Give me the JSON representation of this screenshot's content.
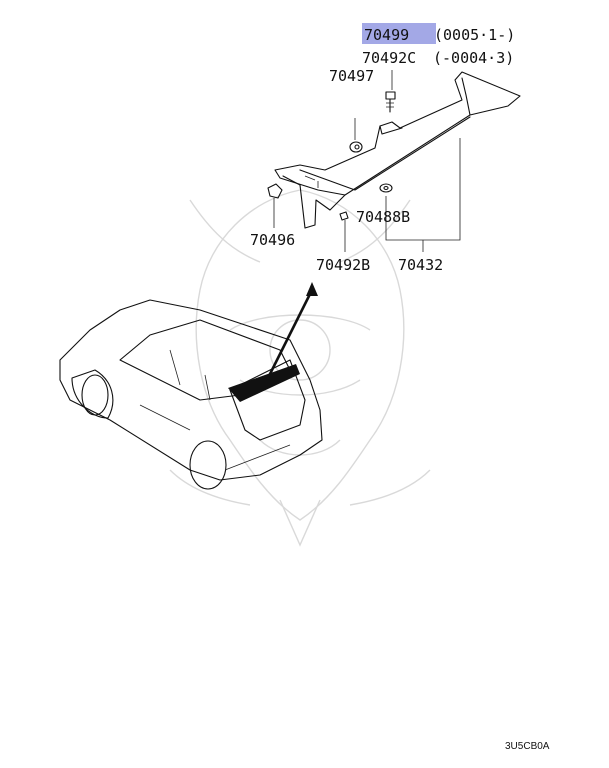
{
  "parts": {
    "p70499": "70499",
    "p70499_range": "(0005·1-)",
    "p70492C": "70492C",
    "p70492C_range": "(-0004·3)",
    "p70497": "70497",
    "p70496": "70496",
    "p70488B": "70488B",
    "p70492B": "70492B",
    "p70432": "70432"
  },
  "highlight_color": "#a3a8e6",
  "footer": {
    "diagram_code": "3U5CB0A"
  },
  "watermark": {
    "icon": "samurai-helmet-watermark-icon"
  }
}
